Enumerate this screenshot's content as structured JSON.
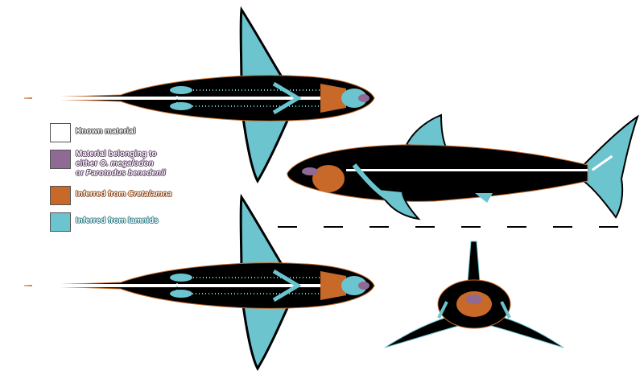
{
  "legend": {
    "items": [
      {
        "label": "Known material",
        "color": "#ffffff"
      },
      {
        "label_parts": [
          "Material belonging to",
          "either ",
          "O. megalodon",
          "or ",
          "Parotodus benedenii"
        ],
        "color": "#8e6a94"
      },
      {
        "label_parts": [
          "Inferred from ",
          "Cretalamna"
        ],
        "color": "#c8692a"
      },
      {
        "label": "Inferred from lamnids",
        "color": "#6cc4cf"
      }
    ]
  },
  "colors": {
    "body": "#000000",
    "outline": "#c8692a",
    "lamnid": "#6cc4cf",
    "cretalamna": "#c8692a",
    "megalodon": "#8e6a94",
    "known": "#ffffff"
  }
}
